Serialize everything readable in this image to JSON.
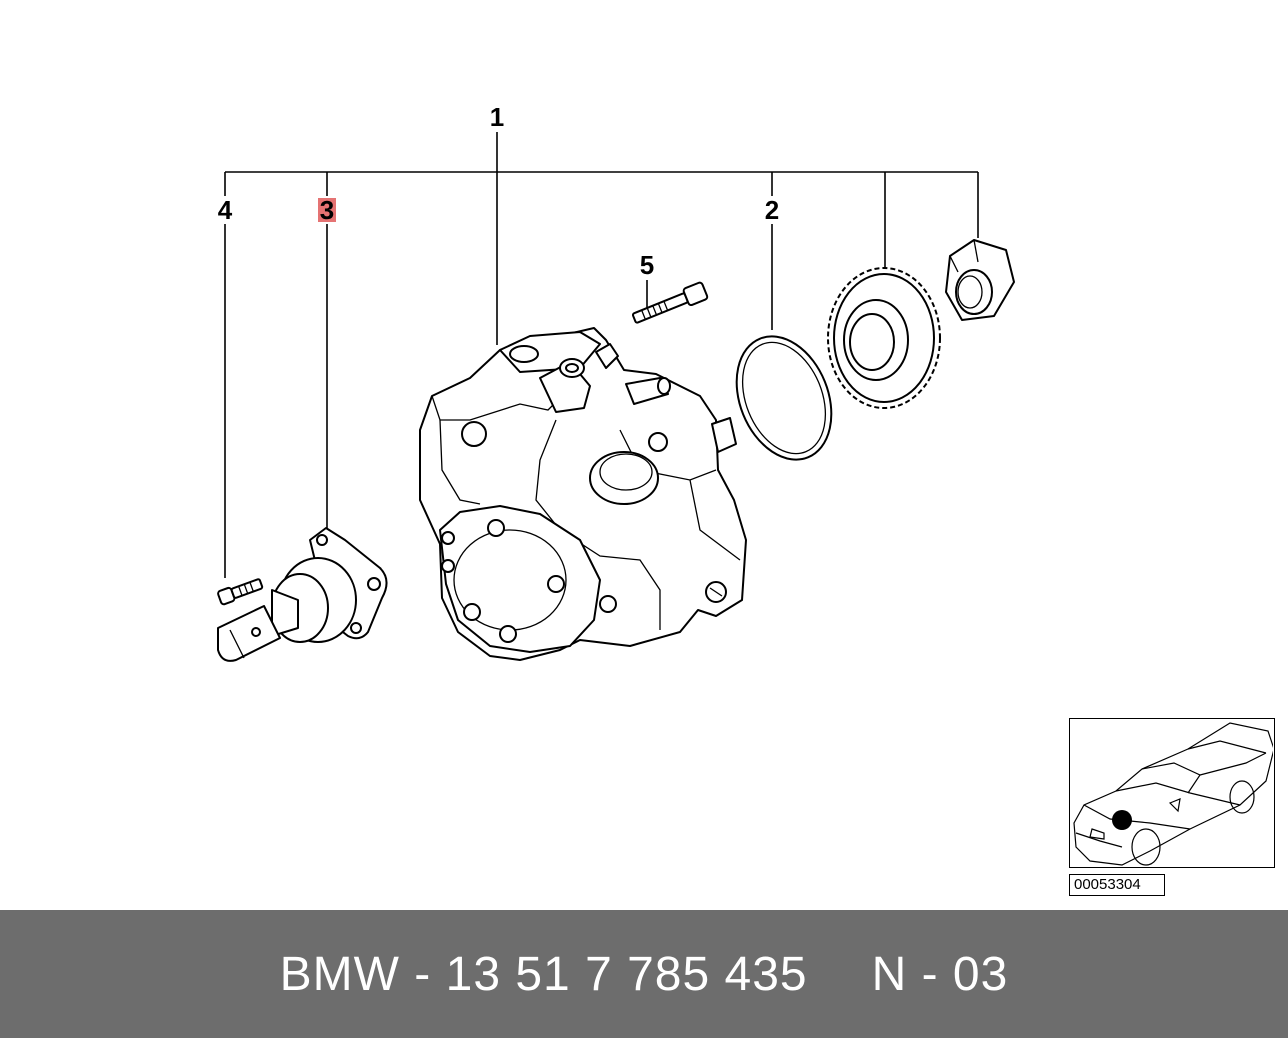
{
  "callouts": {
    "c1": "1",
    "c2": "2",
    "c3": "3",
    "c4": "4",
    "c5": "5"
  },
  "highlight_color": "#e57373",
  "reference_code": "00053304",
  "footer": {
    "part_number": "BMW - 13 51 7 785 435",
    "variant": "N - 03"
  }
}
